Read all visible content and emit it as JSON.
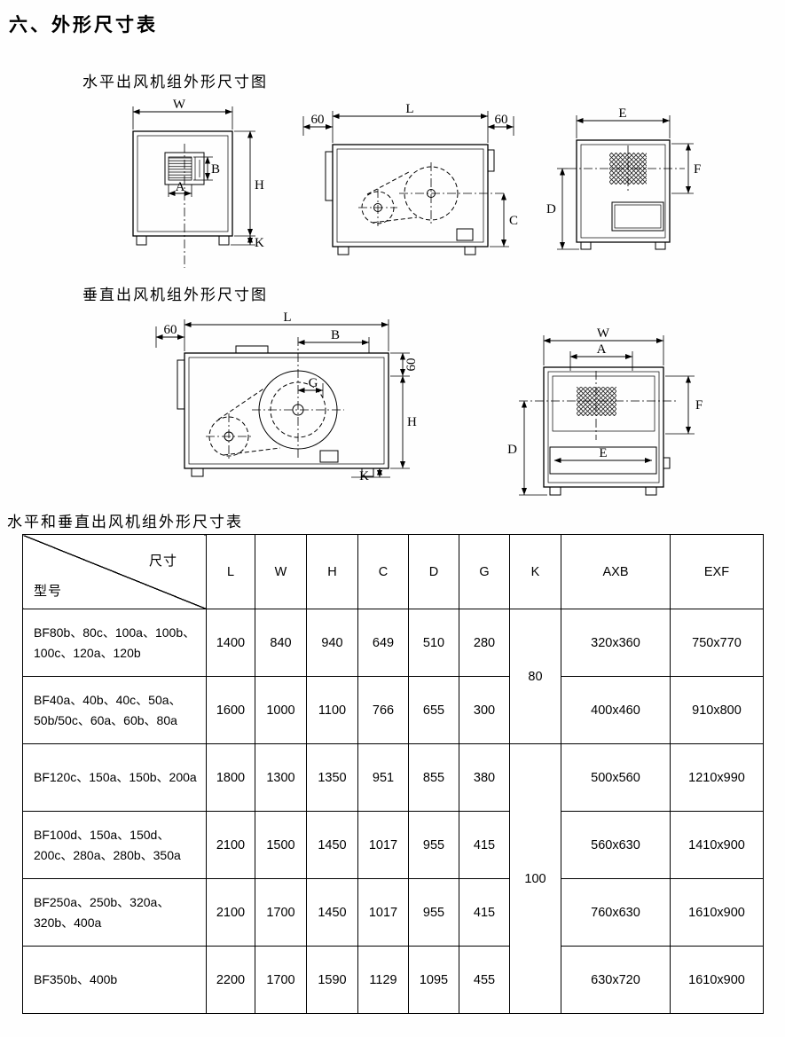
{
  "page": {
    "title": "六、外形尺寸表",
    "horizontal_heading": "水平出风机组外形尺寸图",
    "vertical_heading": "垂直出风机组外形尺寸图",
    "table_heading": "水平和垂直出风机组外形尺寸表"
  },
  "diagrams": {
    "h_front": {
      "W": "W",
      "A": "A",
      "B": "B",
      "H": "H",
      "K": "K"
    },
    "h_side": {
      "n60_left": "60",
      "L": "L",
      "n60_right": "60",
      "C": "C"
    },
    "h_end": {
      "E": "E",
      "F": "F",
      "D": "D"
    },
    "v_side": {
      "n60_left": "60",
      "L": "L",
      "B": "B",
      "n60_top": "60",
      "G": "G",
      "H": "H",
      "K": "K"
    },
    "v_end": {
      "W": "W",
      "A": "A",
      "F": "F",
      "D": "D",
      "E": "E"
    }
  },
  "table": {
    "corner": {
      "top_label": "尺寸",
      "bottom_label": "型号"
    },
    "columns": [
      "L",
      "W",
      "H",
      "C",
      "D",
      "G",
      "K",
      "AXB",
      "EXF"
    ],
    "k_groups": [
      {
        "value": "80"
      },
      {
        "value": "100"
      }
    ],
    "rows": [
      {
        "model": "BF80b、80c、100a、100b、100c、120a、120b",
        "l": "1400",
        "w": "840",
        "h": "940",
        "c": "649",
        "d": "510",
        "g": "280",
        "axb": "320x360",
        "exf": "750x770"
      },
      {
        "model": "BF40a、40b、40c、50a、50b/50c、60a、60b、80a",
        "l": "1600",
        "w": "1000",
        "h": "1100",
        "c": "766",
        "d": "655",
        "g": "300",
        "axb": "400x460",
        "exf": "910x800"
      },
      {
        "model": "BF120c、150a、150b、200a",
        "l": "1800",
        "w": "1300",
        "h": "1350",
        "c": "951",
        "d": "855",
        "g": "380",
        "axb": "500x560",
        "exf": "1210x990"
      },
      {
        "model": "BF100d、150a、150d、200c、280a、280b、350a",
        "l": "2100",
        "w": "1500",
        "h": "1450",
        "c": "1017",
        "d": "955",
        "g": "415",
        "axb": "560x630",
        "exf": "1410x900"
      },
      {
        "model": "BF250a、250b、320a、320b、400a",
        "l": "2100",
        "w": "1700",
        "h": "1450",
        "c": "1017",
        "d": "955",
        "g": "415",
        "axb": "760x630",
        "exf": "1610x900"
      },
      {
        "model": "BF350b、400b",
        "l": "2200",
        "w": "1700",
        "h": "1590",
        "c": "1129",
        "d": "1095",
        "g": "455",
        "axb": "630x720",
        "exf": "1610x900"
      }
    ]
  }
}
